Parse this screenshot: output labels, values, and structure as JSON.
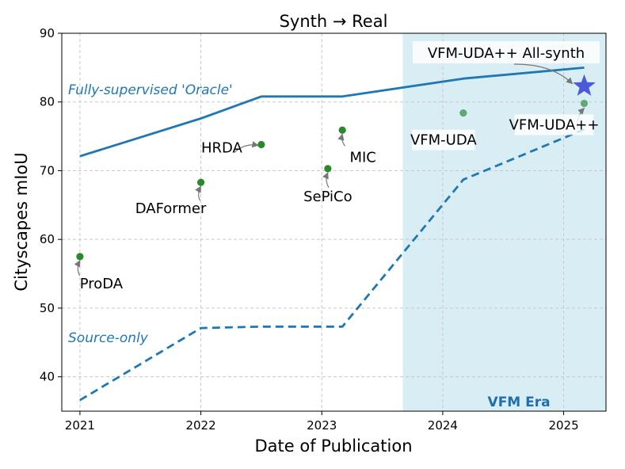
{
  "chart_data": {
    "type": "line",
    "title": "Synth → Real",
    "xlabel": "Date of Publication",
    "ylabel": "Cityscapes mIoU",
    "xlim": [
      2020.85,
      2025.35
    ],
    "ylim": [
      35,
      90
    ],
    "xticks": [
      2021,
      2022,
      2023,
      2024,
      2025
    ],
    "yticks": [
      40,
      50,
      60,
      70,
      80,
      90
    ],
    "grid": true,
    "colors": {
      "line": "#1f77b4",
      "point": "#2a8a2a",
      "point_faded": "#5fa878",
      "star": "#4a5ad8",
      "era_fill": "#d9edf5",
      "era_text": "#1f6fae"
    },
    "series": [
      {
        "name": "Fully-supervised 'Oracle'",
        "style": "solid",
        "x": [
          2021.0,
          2022.0,
          2022.5,
          2023.17,
          2024.17,
          2025.17
        ],
        "y": [
          72.1,
          77.6,
          80.8,
          80.8,
          83.4,
          85.0
        ]
      },
      {
        "name": "Source-only",
        "style": "dashed",
        "x": [
          2021.0,
          2022.0,
          2022.5,
          2023.17,
          2024.17,
          2025.17
        ],
        "y": [
          36.6,
          47.1,
          47.3,
          47.3,
          68.7,
          76.0
        ]
      }
    ],
    "points": [
      {
        "label": "ProDA",
        "x": 2021.0,
        "y": 57.5,
        "faded": false
      },
      {
        "label": "DAFormer",
        "x": 2022.0,
        "y": 68.3,
        "faded": false
      },
      {
        "label": "HRDA",
        "x": 2022.5,
        "y": 73.8,
        "faded": false
      },
      {
        "label": "SePiCo",
        "x": 2023.05,
        "y": 70.3,
        "faded": false
      },
      {
        "label": "MIC",
        "x": 2023.17,
        "y": 75.9,
        "faded": false
      },
      {
        "label": "VFM-UDA",
        "x": 2024.17,
        "y": 78.4,
        "faded": true
      },
      {
        "label": "VFM-UDA++",
        "x": 2025.17,
        "y": 79.8,
        "faded": true
      }
    ],
    "star": {
      "label": "VFM-UDA++ All-synth",
      "x": 2025.17,
      "y": 82.3
    },
    "era": {
      "label": "VFM Era",
      "x_start": 2023.67
    }
  }
}
